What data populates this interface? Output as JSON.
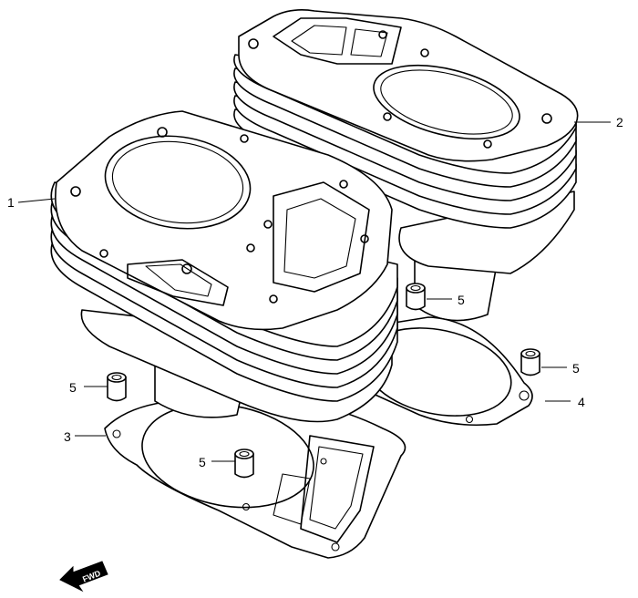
{
  "callouts": {
    "c1": "1",
    "c2": "2",
    "c3": "3",
    "c4": "4",
    "c5a": "5",
    "c5b": "5",
    "c5c": "5",
    "c5d": "5"
  },
  "fwd_label": "FWD"
}
